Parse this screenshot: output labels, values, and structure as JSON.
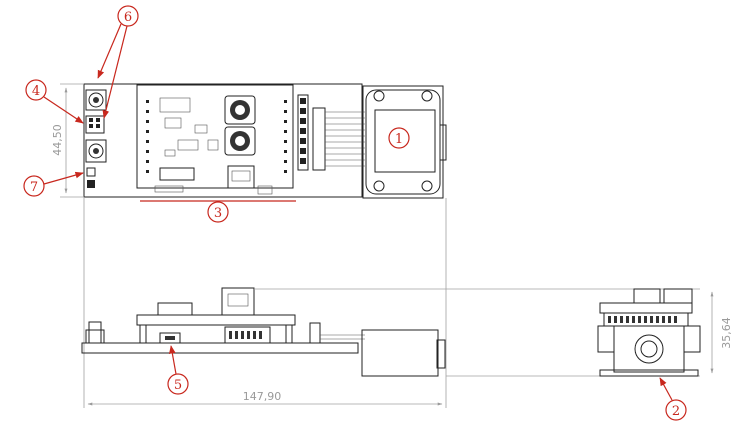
{
  "dimensions": {
    "height_top": "44,50",
    "width_bottom": "147,90",
    "height_side": "35,64"
  },
  "callouts": [
    "1",
    "2",
    "3",
    "4",
    "5",
    "6",
    "7"
  ],
  "colors": {
    "callout": "#c8281e",
    "dimension": "#9a9a9a",
    "line": "#222222"
  }
}
